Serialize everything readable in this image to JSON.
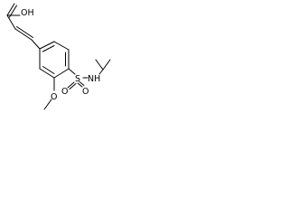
{
  "structure": {
    "atoms": {
      "carboxyl": "OH",
      "methoxy": "O",
      "sulfonyl_s": "S",
      "sulfonyl_o_left": "O",
      "sulfonyl_o_right": "O",
      "amide_n": "NH"
    }
  }
}
